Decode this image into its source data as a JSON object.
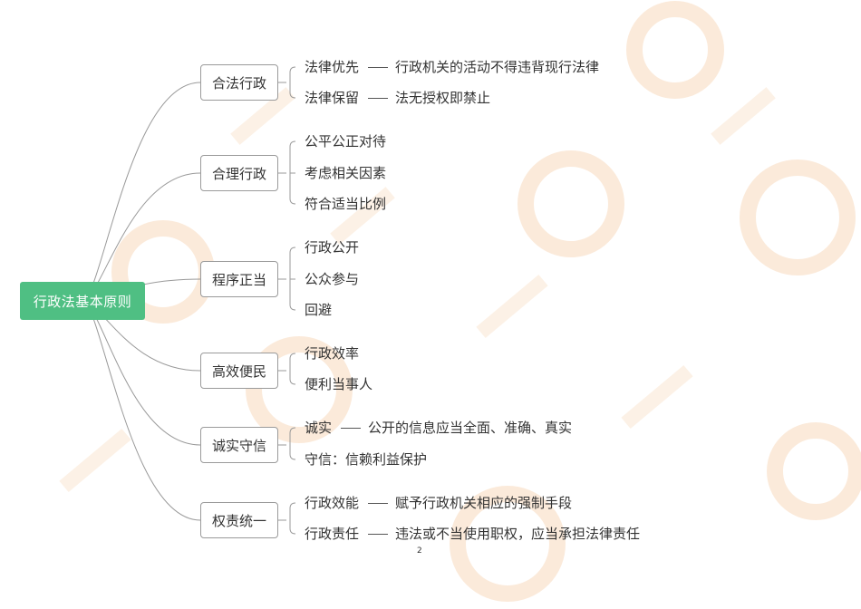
{
  "root": {
    "label": "行政法基本原则"
  },
  "branches": [
    {
      "label": "合法行政",
      "leaves": [
        {
          "term": "法律优先",
          "detail": "行政机关的活动不得违背现行法律"
        },
        {
          "term": "法律保留",
          "detail": "法无授权即禁止"
        }
      ]
    },
    {
      "label": "合理行政",
      "leaves": [
        {
          "term": "公平公正对待",
          "detail": ""
        },
        {
          "term": "考虑相关因素",
          "detail": ""
        },
        {
          "term": "符合适当比例",
          "detail": ""
        }
      ]
    },
    {
      "label": "程序正当",
      "leaves": [
        {
          "term": "行政公开",
          "detail": ""
        },
        {
          "term": "公众参与",
          "detail": ""
        },
        {
          "term": "回避",
          "detail": ""
        }
      ]
    },
    {
      "label": "高效便民",
      "leaves": [
        {
          "term": "行政效率",
          "detail": ""
        },
        {
          "term": "便利当事人",
          "detail": ""
        }
      ]
    },
    {
      "label": "诚实守信",
      "leaves": [
        {
          "term": "诚实",
          "detail": "公开的信息应当全面、准确、真实"
        },
        {
          "term": "守信：信赖利益保护",
          "detail": ""
        }
      ]
    },
    {
      "label": "权责统一",
      "leaves": [
        {
          "term": "行政效能",
          "detail": "赋予行政机关相应的强制手段"
        },
        {
          "term": "行政责任",
          "detail": "违法或不当使用职权，应当承担法律责任"
        }
      ]
    }
  ],
  "page_number": "2",
  "colors": {
    "root_fill": "#4fbf83",
    "connector": "#9a9a9a",
    "watermark": "#fbe6d0"
  }
}
